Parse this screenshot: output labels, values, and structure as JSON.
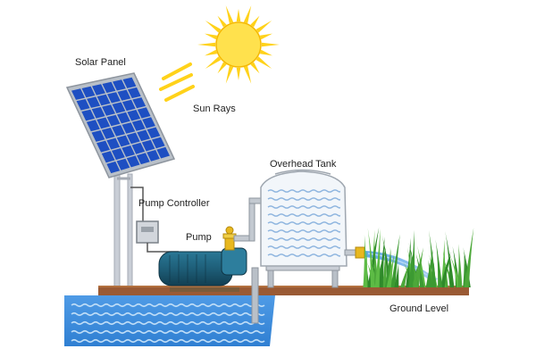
{
  "labels": {
    "solar_panel": "Solar Panel",
    "sun_rays": "Sun Rays",
    "overhead_tank": "Overhead Tank",
    "pump_controller": "Pump Controller",
    "pump": "Pump",
    "ground_level": "Ground Level"
  },
  "colors": {
    "sun": "#FFD21A",
    "sun_center": "#FFE14D",
    "solar_cell": "#1E4FC2",
    "solar_frame": "#C9CED6",
    "water": "#3D8EE0",
    "ground": "#9A5A34",
    "grass": "#4DA83A",
    "pump_body": "#1E5E78",
    "pipe": "#B9C0C8",
    "valve": "#E8B81F",
    "tank_wave": "#8EB5DF"
  },
  "icons": {
    "sun": "sun-icon",
    "panel": "solar-panel-icon",
    "tank": "water-tank-icon",
    "pump": "pump-icon",
    "controller": "controller-box-icon"
  }
}
